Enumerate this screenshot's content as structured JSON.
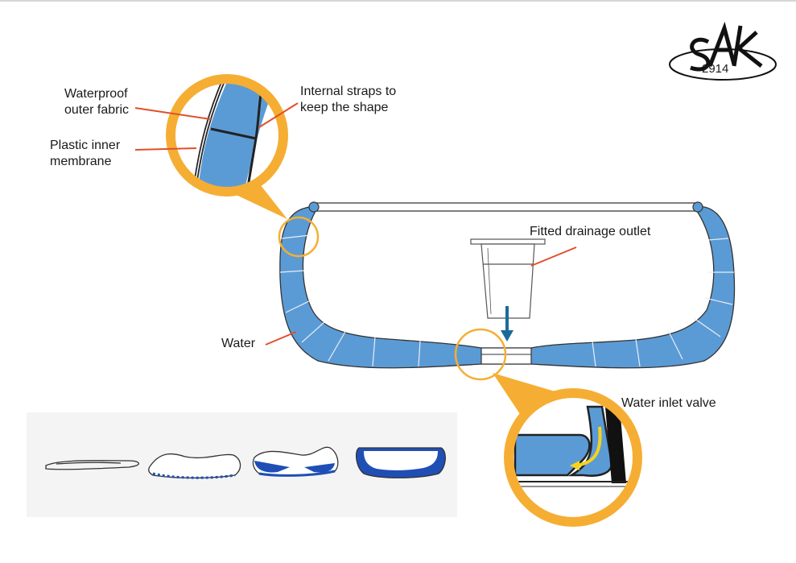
{
  "labels": {
    "waterproof_fabric": "Waterproof\nouter fabric",
    "internal_straps": "Internal straps to\nkeep the shape",
    "plastic_membrane": "Plastic inner\nmembrane",
    "drainage_outlet": "Fitted drainage outlet",
    "water": "Water",
    "inlet_valve": "Water inlet valve"
  },
  "logo": {
    "number": "2914",
    "lettering": "SAK"
  },
  "colors": {
    "water_blue": "#5b9bd5",
    "callout_orange": "#f5ae33",
    "leader_red": "#e0502a",
    "arrow_teal": "#1b6a9a",
    "stage_blue": "#1f4fb5"
  }
}
